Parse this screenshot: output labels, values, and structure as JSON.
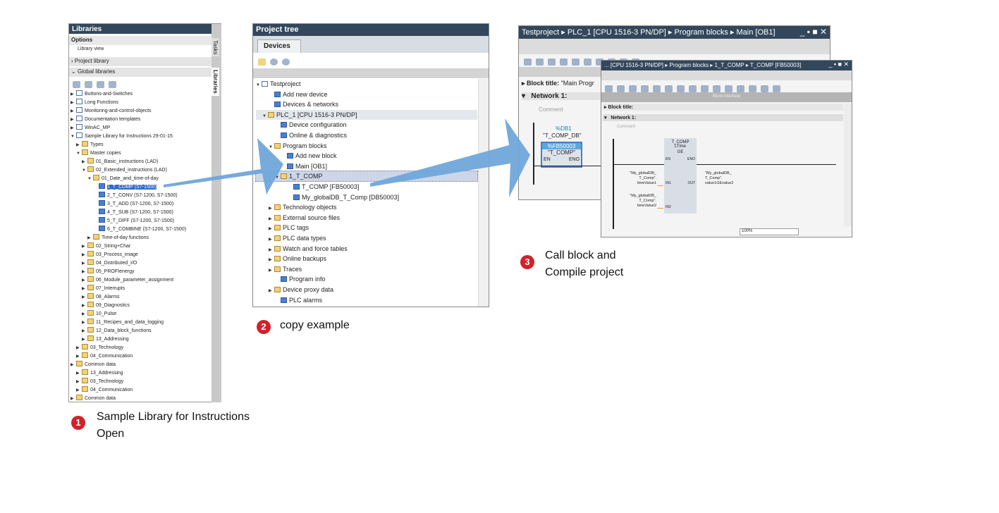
{
  "panel1": {
    "title": "Libraries",
    "options": "Options",
    "library_view": "Library view",
    "project_library": "Project library",
    "global_libraries": "Global libraries",
    "side_tabs": [
      "Tasks",
      "Libraries"
    ],
    "tree": [
      {
        "l": 0,
        "t": "Buttons-and-Switches",
        "e": "c",
        "i": "lib"
      },
      {
        "l": 0,
        "t": "Long Functions",
        "e": "c",
        "i": "lib"
      },
      {
        "l": 0,
        "t": "Monitoring-and-control-objects",
        "e": "c",
        "i": "lib"
      },
      {
        "l": 0,
        "t": "Documentation templates",
        "e": "c",
        "i": "lib"
      },
      {
        "l": 0,
        "t": "WinAC_MP",
        "e": "c",
        "i": "lib"
      },
      {
        "l": 0,
        "t": "Sample Library for Instructions 29-01-15",
        "e": "o",
        "i": "lib"
      },
      {
        "l": 1,
        "t": "Types",
        "e": "c",
        "i": "f"
      },
      {
        "l": 1,
        "t": "Master copies",
        "e": "o",
        "i": "f"
      },
      {
        "l": 2,
        "t": "01_Basic_instructions (LAD)",
        "e": "c",
        "i": "f"
      },
      {
        "l": 2,
        "t": "02_Extended_instructions (LAD)",
        "e": "o",
        "i": "f"
      },
      {
        "l": 3,
        "t": "01_Date_and_time-of-day",
        "e": "o",
        "i": "f"
      },
      {
        "l": 4,
        "t": "1_T_COMP (S7-1500)",
        "e": "",
        "i": "blk",
        "sel": true
      },
      {
        "l": 4,
        "t": "2_T_CONV (S7-1200, S7-1500)",
        "e": "",
        "i": "blk"
      },
      {
        "l": 4,
        "t": "3_T_ADD (S7-1200, S7-1500)",
        "e": "",
        "i": "blk"
      },
      {
        "l": 4,
        "t": "4_T_SUB (S7-1200, S7-1500)",
        "e": "",
        "i": "blk"
      },
      {
        "l": 4,
        "t": "5_T_DIFF (S7-1200, S7-1500)",
        "e": "",
        "i": "blk"
      },
      {
        "l": 4,
        "t": "6_T_COMBINE (S7-1200, S7-1500)",
        "e": "",
        "i": "blk"
      },
      {
        "l": 3,
        "t": "Time-of-day functions",
        "e": "c",
        "i": "f"
      },
      {
        "l": 2,
        "t": "02_String+Char",
        "e": "c",
        "i": "f"
      },
      {
        "l": 2,
        "t": "03_Process_image",
        "e": "c",
        "i": "f"
      },
      {
        "l": 2,
        "t": "04_Distributed_I/O",
        "e": "c",
        "i": "f"
      },
      {
        "l": 2,
        "t": "05_PROFIenergy",
        "e": "c",
        "i": "f"
      },
      {
        "l": 2,
        "t": "06_Module_parameter_assignment",
        "e": "c",
        "i": "f"
      },
      {
        "l": 2,
        "t": "07_Interrupts",
        "e": "c",
        "i": "f"
      },
      {
        "l": 2,
        "t": "08_Alarms",
        "e": "c",
        "i": "f"
      },
      {
        "l": 2,
        "t": "09_Diagnostics",
        "e": "c",
        "i": "f"
      },
      {
        "l": 2,
        "t": "10_Pulse",
        "e": "c",
        "i": "f"
      },
      {
        "l": 2,
        "t": "11_Recipes_and_data_logging",
        "e": "c",
        "i": "f"
      },
      {
        "l": 2,
        "t": "12_Data_block_functions",
        "e": "c",
        "i": "f"
      },
      {
        "l": 2,
        "t": "13_Addressing",
        "e": "c",
        "i": "f"
      },
      {
        "l": 1,
        "t": "03_Technology",
        "e": "c",
        "i": "f"
      },
      {
        "l": 1,
        "t": "04_Communication",
        "e": "c",
        "i": "f"
      },
      {
        "l": 0,
        "t": "Common data",
        "e": "c",
        "i": "f"
      },
      {
        "l": 1,
        "t": "13_Addressing",
        "e": "c",
        "i": "f"
      },
      {
        "l": 1,
        "t": "03_Technology",
        "e": "c",
        "i": "f"
      },
      {
        "l": 1,
        "t": "04_Communication",
        "e": "c",
        "i": "f"
      },
      {
        "l": 0,
        "t": "Common data",
        "e": "c",
        "i": "f"
      }
    ]
  },
  "panel2": {
    "title": "Project tree",
    "tab": "Devices",
    "tree": [
      {
        "l": 0,
        "t": "Testproject",
        "e": "o",
        "i": "lib"
      },
      {
        "l": 2,
        "t": "Add new device",
        "e": "",
        "i": "blk"
      },
      {
        "l": 2,
        "t": "Devices & networks",
        "e": "",
        "i": "blk"
      },
      {
        "l": 1,
        "t": "PLC_1 [CPU 1516-3 PN/DP]",
        "e": "o",
        "i": "f",
        "hl": true
      },
      {
        "l": 3,
        "t": "Device configuration",
        "e": "",
        "i": "blk"
      },
      {
        "l": 3,
        "t": "Online & diagnostics",
        "e": "",
        "i": "blk"
      },
      {
        "l": 2,
        "t": "Program blocks",
        "e": "o",
        "i": "f"
      },
      {
        "l": 4,
        "t": "Add new block",
        "e": "",
        "i": "blk"
      },
      {
        "l": 4,
        "t": "Main [OB1]",
        "e": "",
        "i": "blk"
      },
      {
        "l": 3,
        "t": "1_T_COMP",
        "e": "o",
        "i": "f",
        "sel": true
      },
      {
        "l": 5,
        "t": "T_COMP [FB50003]",
        "e": "",
        "i": "blk"
      },
      {
        "l": 5,
        "t": "My_globalDB_T_Comp [DB50003]",
        "e": "",
        "i": "blk"
      },
      {
        "l": 2,
        "t": "Technology objects",
        "e": "c",
        "i": "f"
      },
      {
        "l": 2,
        "t": "External source files",
        "e": "c",
        "i": "f"
      },
      {
        "l": 2,
        "t": "PLC tags",
        "e": "c",
        "i": "f"
      },
      {
        "l": 2,
        "t": "PLC data types",
        "e": "c",
        "i": "f"
      },
      {
        "l": 2,
        "t": "Watch and force tables",
        "e": "c",
        "i": "f"
      },
      {
        "l": 2,
        "t": "Online backups",
        "e": "c",
        "i": "f"
      },
      {
        "l": 2,
        "t": "Traces",
        "e": "c",
        "i": "f"
      },
      {
        "l": 3,
        "t": "Program info",
        "e": "",
        "i": "blk"
      },
      {
        "l": 2,
        "t": "Device proxy data",
        "e": "c",
        "i": "f"
      },
      {
        "l": 3,
        "t": "PLC alarms",
        "e": "",
        "i": "blk"
      }
    ]
  },
  "panel3": {
    "back": {
      "breadcrumb": "Testproject ▸ PLC_1 [CPU 1516-3 PN/DP] ▸ Program blocks ▸ Main [OB1]",
      "block_title": "Block title:",
      "block_title_val": "\"Main Progr",
      "network": "Network 1:",
      "comment": "Comment",
      "db_addr": "%DB1",
      "db_name": "\"T_COMP_DB\"",
      "fb_addr": "%FB50003",
      "fb_name": "\"T_COMP\"",
      "en": "EN",
      "eno": "ENO"
    },
    "front": {
      "breadcrumb": "... [CPU 1516-3 PN/DP] ▸ Program blocks ▸ 1_T_COMP ▸ T_COMP [FB50003]",
      "interface": "Block interface",
      "block_title": "Block title:",
      "network": "Network 1:",
      "comment": "Comment",
      "box": [
        "T_COMP",
        "LTime",
        "GE"
      ],
      "en": "EN",
      "eno": "ENO",
      "in1": "IN1",
      "in2": "IN2",
      "out": "OUT",
      "in1_tag": [
        "\"My_globalDB_",
        "T_Comp\".",
        "timeValue1"
      ],
      "in2_tag": [
        "\"My_globalDB_",
        "T_Comp\".",
        "timeValue2"
      ],
      "out_tag": [
        "\"My_globalDB_",
        "T_Comp\".",
        "value1GEvalue2"
      ],
      "zoom": "100%"
    }
  },
  "captions": [
    {
      "n": "1",
      "lines": [
        "Sample Library for Instructions",
        "Open"
      ]
    },
    {
      "n": "2",
      "lines": [
        "copy example"
      ]
    },
    {
      "n": "3",
      "lines": [
        "Call block and",
        "Compile project"
      ]
    }
  ],
  "colors": {
    "header": "#33475c",
    "arrow": "#6fa6da",
    "badge": "#d3202a"
  }
}
